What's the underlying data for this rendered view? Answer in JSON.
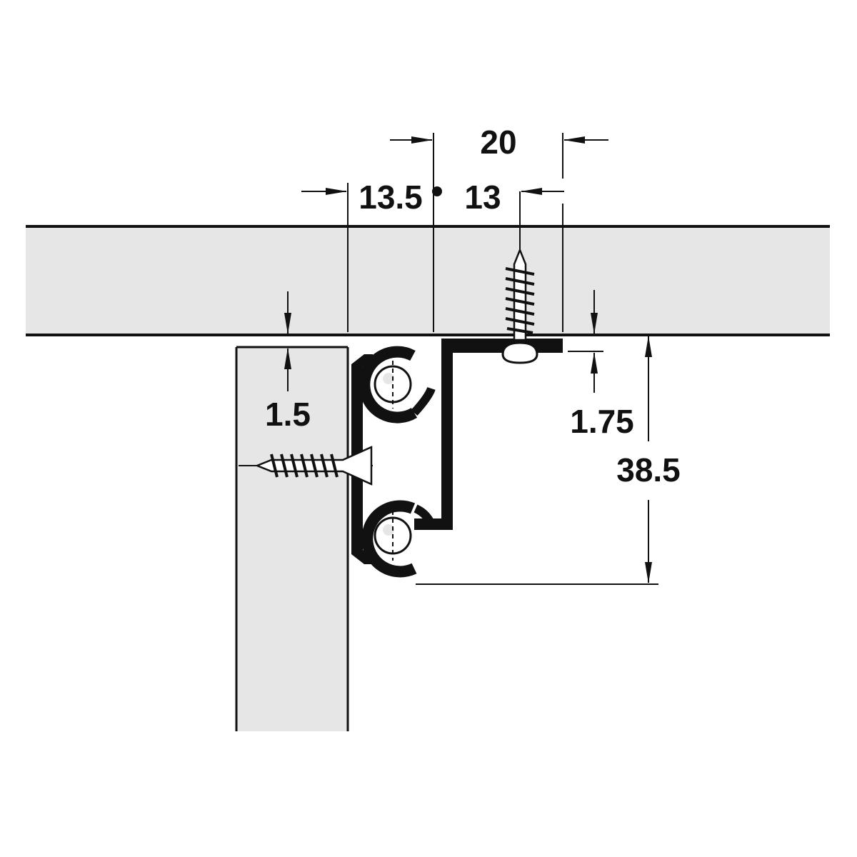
{
  "colors": {
    "panel_fill": "#e6e6e6",
    "outline": "#111111",
    "profile": "#111111",
    "background": "#ffffff"
  },
  "dimensions": {
    "width_20": "20",
    "offset_13_5": "13.5",
    "offset_13": "13",
    "gap_1_5": "1.5",
    "thickness_1_75": "1.75",
    "height_38_5": "38.5"
  },
  "icons": {
    "top_screw": "screw-vertical-icon",
    "side_screw": "screw-horizontal-icon",
    "center_point": "reference-dot-icon"
  }
}
